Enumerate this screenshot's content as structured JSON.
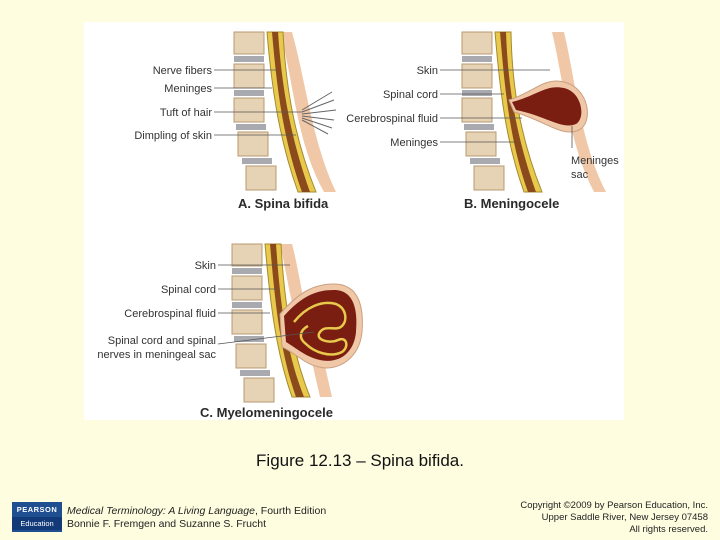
{
  "panels": {
    "a": {
      "title": "A. Spina bifida",
      "labels": [
        "Nerve fibers",
        "Meninges",
        "Tuft of hair",
        "Dimpling of skin"
      ]
    },
    "b": {
      "title": "B. Meningocele",
      "labels": [
        "Skin",
        "Spinal cord",
        "Cerebrospinal fluid",
        "Meninges",
        "Meninges",
        "sac"
      ]
    },
    "c": {
      "title": "C. Myelomeningocele",
      "labels": [
        "Skin",
        "Spinal cord",
        "Cerebrospinal fluid",
        "Spinal cord and spinal",
        "nerves in meningeal sac"
      ]
    }
  },
  "caption": "Figure 12.13 – Spina bifida.",
  "footer": {
    "book_title": "Medical Terminology: A Living Language",
    "edition": ", Fourth Edition",
    "authors": "Bonnie F. Fremgen and Suzanne S. Frucht",
    "copyright_line1": "Copyright ©2009 by Pearson Education, Inc.",
    "copyright_line2": "Upper Saddle River, New Jersey 07458",
    "copyright_line3": "All rights reserved.",
    "logo_top": "PEARSON",
    "logo_bottom": "Education"
  },
  "colors": {
    "background": "#fffde0",
    "vertebra": "#e6d2b4",
    "disc": "#a9a9b0",
    "cord": "#8a4a1c",
    "csf": "#e8c94c",
    "skin": "#f0c8a8",
    "sac": "#7a1e12"
  }
}
